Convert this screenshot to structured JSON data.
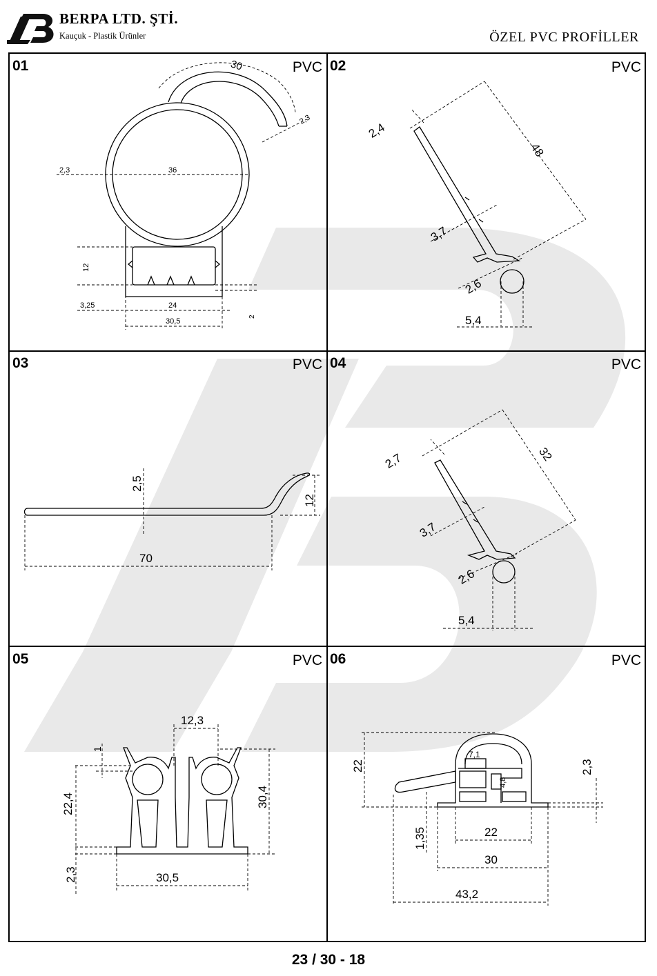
{
  "header": {
    "company_name": "BERPA LTD. ŞTİ.",
    "tagline": "Kauçuk - Plastik Ürünler",
    "document_title": "ÖZEL PVC PROFİLLER",
    "logo_icon": "berpa-logo-icon"
  },
  "profiles": [
    {
      "number": "01",
      "material": "PVC",
      "dimensions": {
        "arc": "30",
        "arc_thickness": "2,3",
        "wall": "2,3",
        "diameter": "36",
        "base_height": "12",
        "base_offset": "3,25",
        "base_inner": "24",
        "base_outer": "30,5",
        "base_step": "2"
      }
    },
    {
      "number": "02",
      "material": "PVC",
      "dimensions": {
        "top_width": "2,4",
        "length": "48",
        "mid_width": "3,7",
        "bulb_neck": "2,6",
        "bulb_width": "5,4"
      }
    },
    {
      "number": "03",
      "material": "PVC",
      "dimensions": {
        "thickness": "2,5",
        "lip_height": "12",
        "length": "70"
      }
    },
    {
      "number": "04",
      "material": "PVC",
      "dimensions": {
        "top_width": "2,7",
        "length": "32",
        "mid_width": "3,7",
        "bulb_neck": "2,6",
        "bulb_width": "5,4"
      }
    },
    {
      "number": "05",
      "material": "PVC",
      "dimensions": {
        "gap": "12,3",
        "lip": "1",
        "body_height": "22,4",
        "total_height": "30,4",
        "base_thickness": "2,3",
        "base_width": "30,5"
      }
    },
    {
      "number": "06",
      "material": "PVC",
      "dimensions": {
        "height": "22",
        "inner_tab": "7,1",
        "slot": "4,8",
        "flange": "2,3",
        "foot": "1,35",
        "inner_width": "22",
        "mid_width": "30",
        "total_width": "43,2"
      }
    }
  ],
  "footer": {
    "page_number": "23 / 30 - 18"
  }
}
